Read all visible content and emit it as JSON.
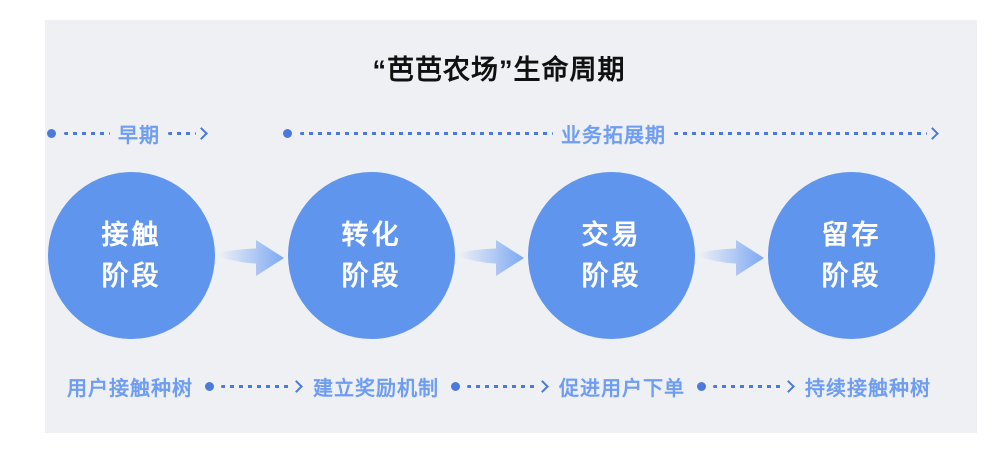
{
  "title": "“芭芭农场”生命周期",
  "colors": {
    "panel_bg": "#eef0f4",
    "circle_blue": "#6095ee",
    "label_blue": "#6f9df2",
    "connector_blue": "#4a7ade",
    "title_color": "#111111",
    "arrow_gradient_start": "#eceff5",
    "arrow_gradient_end": "#7da8f2"
  },
  "timelines": [
    {
      "label": "早期"
    },
    {
      "label": "业务拓展期"
    }
  ],
  "stages": [
    {
      "name_line1": "接触",
      "name_line2": "阶段"
    },
    {
      "name_line1": "转化",
      "name_line2": "阶段"
    },
    {
      "name_line1": "交易",
      "name_line2": "阶段"
    },
    {
      "name_line1": "留存",
      "name_line2": "阶段"
    }
  ],
  "actions": [
    {
      "label": "用户接触种树"
    },
    {
      "label": "建立奖励机制"
    },
    {
      "label": "促进用户下单"
    },
    {
      "label": "持续接触种树"
    }
  ]
}
